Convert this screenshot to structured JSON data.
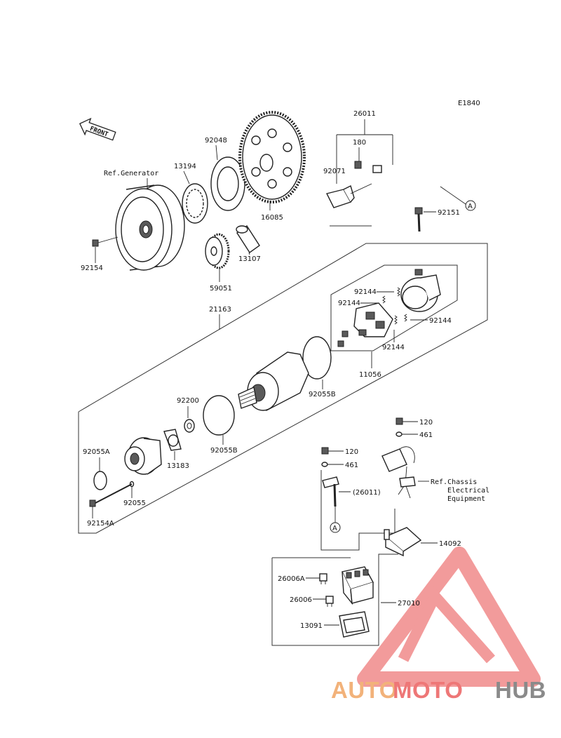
{
  "diagram_code": "E1840",
  "front_label": "FRONT",
  "ref_generator": "Ref.Generator",
  "ref_chassis": [
    "Ref.Chassis",
    "Electrical",
    "Equipment"
  ],
  "callout_a": "A",
  "parts": {
    "p26011": "26011",
    "p180": "180",
    "p92071": "92071",
    "p92151": "92151",
    "p92048": "92048",
    "p13194": "13194",
    "p16085": "16085",
    "p13107": "13107",
    "p59051": "59051",
    "p92154": "92154",
    "p21163": "21163",
    "p92144a": "92144",
    "p92144b": "92144",
    "p92144c": "92144",
    "p92144d": "92144",
    "p11056": "11056",
    "p92055b1": "92055B",
    "p92200": "92200",
    "p92055b2": "92055B",
    "p92055a": "92055A",
    "p13183": "13183",
    "p92055": "92055",
    "p92154a": "92154A",
    "p120a": "120",
    "p461a": "461",
    "p120b": "120",
    "p461b": "461",
    "p26011ref": "(26011)",
    "p14092": "14092",
    "p26006a": "26006A",
    "p26006": "26006",
    "p27010": "27010",
    "p13091": "13091"
  },
  "watermark": {
    "part1": "AUTO",
    "part2": "MOTO",
    "part3": "HUB"
  },
  "colors": {
    "wm_orange": "#f2b27a",
    "wm_red": "#ee7777",
    "wm_dark": "#8a8a8a",
    "triangle": "#f08a8a"
  }
}
